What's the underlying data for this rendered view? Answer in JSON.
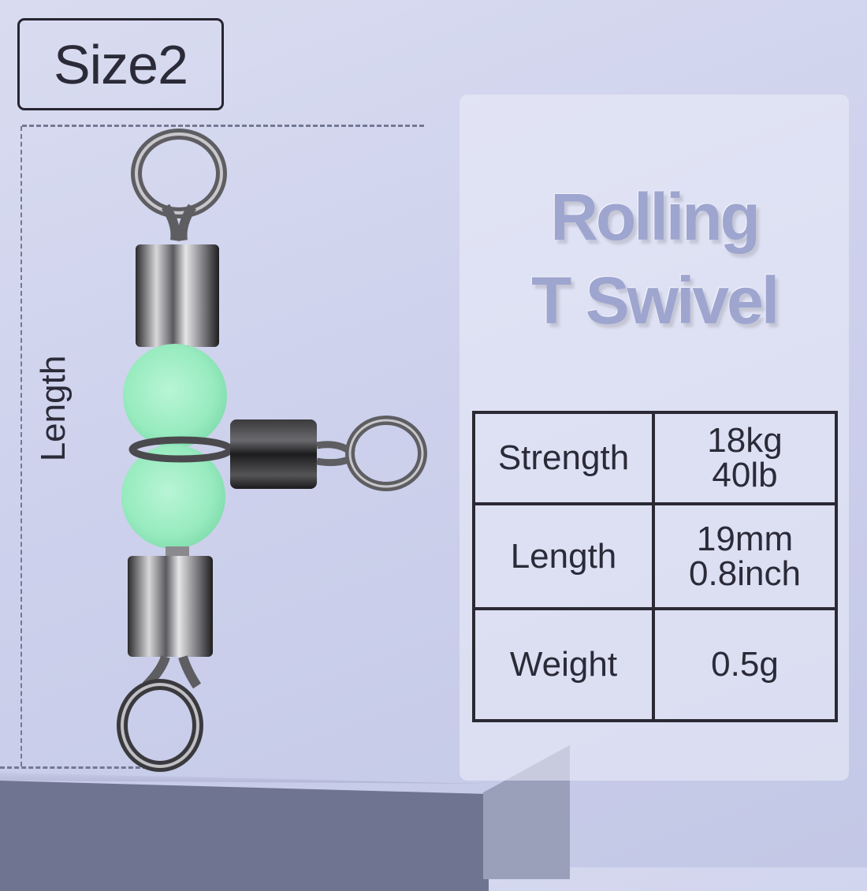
{
  "size_badge": {
    "label": "Size2"
  },
  "dimension": {
    "label": "Length"
  },
  "title": {
    "line1": "Rolling",
    "line2": "T Swivel"
  },
  "specs": {
    "rows": [
      {
        "label": "Strength",
        "values": [
          "18kg",
          "40lb"
        ]
      },
      {
        "label": "Length",
        "values": [
          "19mm",
          "0.8inch"
        ]
      },
      {
        "label": "Weight",
        "values": [
          "0.5g"
        ]
      }
    ]
  },
  "product": {
    "name": "rolling-t-swivel",
    "bead_color": "#9ff0c4",
    "metal_color": "#6b6b6f"
  },
  "colors": {
    "background": "#cdd1ec",
    "title": "#9ea5cf",
    "text": "#2b2a38",
    "dash": "#737894",
    "floor": "#6f7590"
  }
}
